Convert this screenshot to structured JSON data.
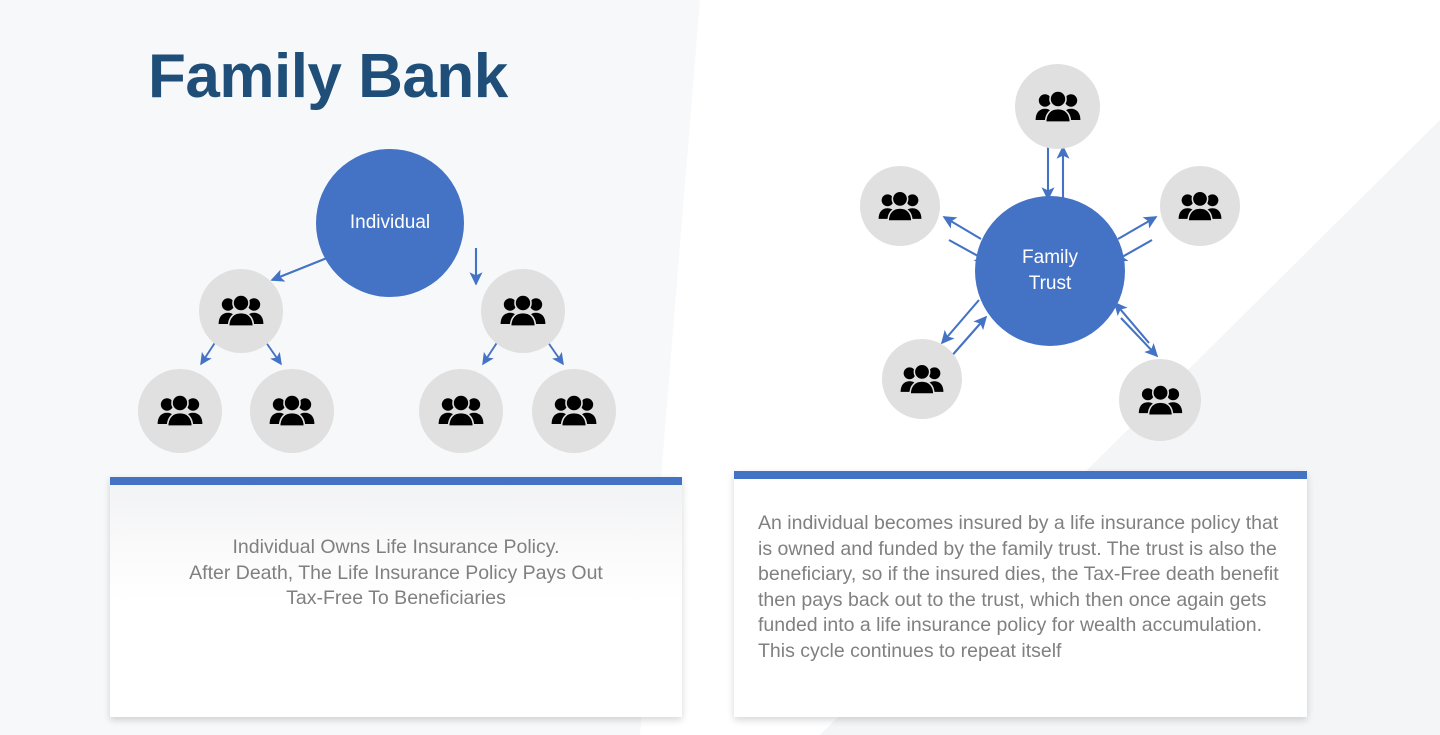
{
  "page": {
    "title": "Family Bank",
    "background_color": "#f6f8fa",
    "accent_color": "#4472c4",
    "title_color": "#1f4e79",
    "node_circle_color": "#e0e0e0",
    "body_text_color": "#808080"
  },
  "left_diagram": {
    "name": "individual-hierarchy",
    "hub": {
      "label": "Individual",
      "color": "#4472c4"
    },
    "person_nodes": [
      {
        "id": "l-mid-1",
        "icon": "people-group-icon"
      },
      {
        "id": "l-mid-2",
        "icon": "people-group-icon"
      },
      {
        "id": "l-leaf-1",
        "icon": "people-group-icon"
      },
      {
        "id": "l-leaf-2",
        "icon": "people-group-icon"
      },
      {
        "id": "l-leaf-3",
        "icon": "people-group-icon"
      },
      {
        "id": "l-leaf-4",
        "icon": "people-group-icon"
      }
    ],
    "arrow_direction": "one-way-downward",
    "arrow_color": "#4472c4"
  },
  "right_diagram": {
    "name": "family-trust-hub-and-spoke",
    "hub": {
      "label": "Family\nTrust",
      "color": "#4472c4"
    },
    "person_nodes": [
      {
        "id": "r-top",
        "icon": "people-group-icon"
      },
      {
        "id": "r-upper-left",
        "icon": "people-group-icon"
      },
      {
        "id": "r-upper-right",
        "icon": "people-group-icon"
      },
      {
        "id": "r-lower-left",
        "icon": "people-group-icon"
      },
      {
        "id": "r-lower-right",
        "icon": "people-group-icon"
      }
    ],
    "arrow_direction": "bidirectional",
    "arrow_color": "#4472c4"
  },
  "cards": {
    "left": {
      "name": "individual-policy-card",
      "accent_bar_color": "#4472c4",
      "align": "center",
      "text": "Individual Owns Life Insurance Policy.\nAfter Death, The Life Insurance Policy Pays Out\nTax-Free To Beneficiaries"
    },
    "right": {
      "name": "family-trust-description-card",
      "accent_bar_color": "#4472c4",
      "align": "left",
      "text": "An individual becomes insured by a life insurance policy that is owned and funded by the family trust. The trust is also the beneficiary, so if the insured dies, the Tax-Free death benefit then pays back out to the trust, which then once again gets funded into a life insurance policy for wealth accumulation. This cycle continues to repeat itself"
    }
  }
}
